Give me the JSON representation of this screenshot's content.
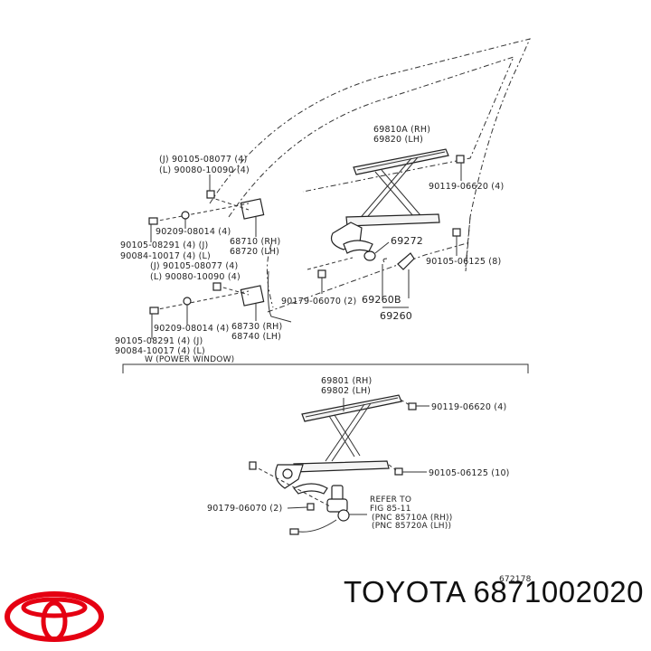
{
  "diagram": {
    "upper_section": {
      "labels": {
        "bolt_j_upper": "(J) 90105-08077 (4)",
        "bolt_l_upper": "(L) 90080-10090 (4)",
        "washer_upper": "90209-08014 (4)",
        "bolt_j_upper2": "90105-08291 (4)  (J)",
        "bolt_l_upper2": "90084-10017 (4) (L)",
        "hinge_upper_rh": "68710 (RH)",
        "hinge_upper_lh": "68720 (LH)",
        "bolt_j_lower": "(J) 90105-08077 (4)",
        "bolt_l_lower": "(L) 90080-10090 (4)",
        "washer_lower": "90209-08014 (4)",
        "bolt_j_lower2": "90105-08291 (4)  (J)",
        "bolt_l_lower2": "90084-10017 (4) (L)",
        "hinge_lower_rh": "68730 (RH)",
        "hinge_lower_lh": "68740 (LH)",
        "regulator_rh": "69810A (RH)",
        "regulator_lh": "69820   (LH)",
        "bolt_regulator_top": "90119-06620 (4)",
        "part_69272": "69272",
        "bolt_regulator_bottom": "90105-06125 (8)",
        "nut_90179": "90179-06070 (2)",
        "part_69260b": "69260B",
        "part_69260": "69260"
      }
    },
    "section_divider_label": "W (POWER WINDOW)",
    "lower_section": {
      "labels": {
        "regulator_rh": "69801 (RH)",
        "regulator_lh": "69802 (LH)",
        "bolt_top": "90119-06620 (4)",
        "bolt_bottom": "90105-06125 (10)",
        "nut": "90179-06070 (2)",
        "refer_line1": "REFER TO",
        "refer_line2": "FIG 85-11",
        "refer_line3": "(PNC 85710A (RH))",
        "refer_line4": "(PNC 85720A (LH))"
      }
    },
    "figure_number": "672178"
  },
  "footer": {
    "brand": "TOYOTA",
    "part_number": "6871002020",
    "logo_icon": "toyota-logo-icon",
    "logo_color": "#e50012"
  }
}
